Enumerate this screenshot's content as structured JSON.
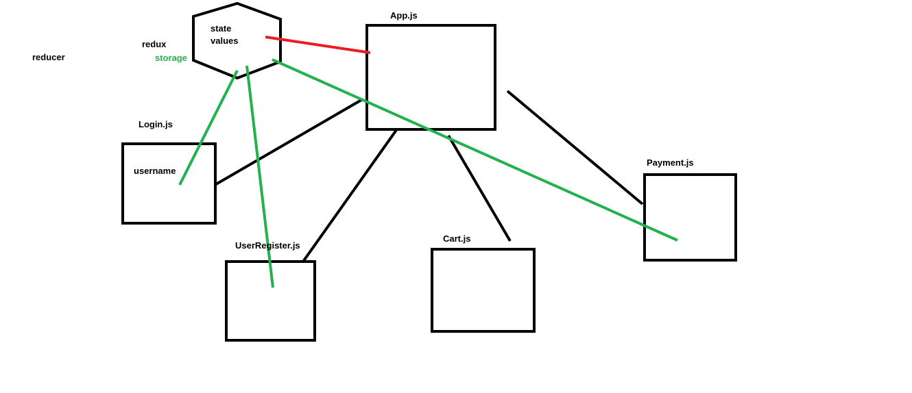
{
  "labels": {
    "reducer": "reducer",
    "redux": "redux",
    "storage": "storage",
    "state_line1": "state",
    "state_line2": "values",
    "app": "App.js",
    "login": "Login.js",
    "username": "username",
    "user_register": "UserRegister.js",
    "cart": "Cart.js",
    "payment": "Payment.js"
  },
  "colors": {
    "store_link": "#22b14c",
    "app_link": "#ed1c24",
    "component_link": "#000000",
    "storage_label": "#22b14c"
  }
}
